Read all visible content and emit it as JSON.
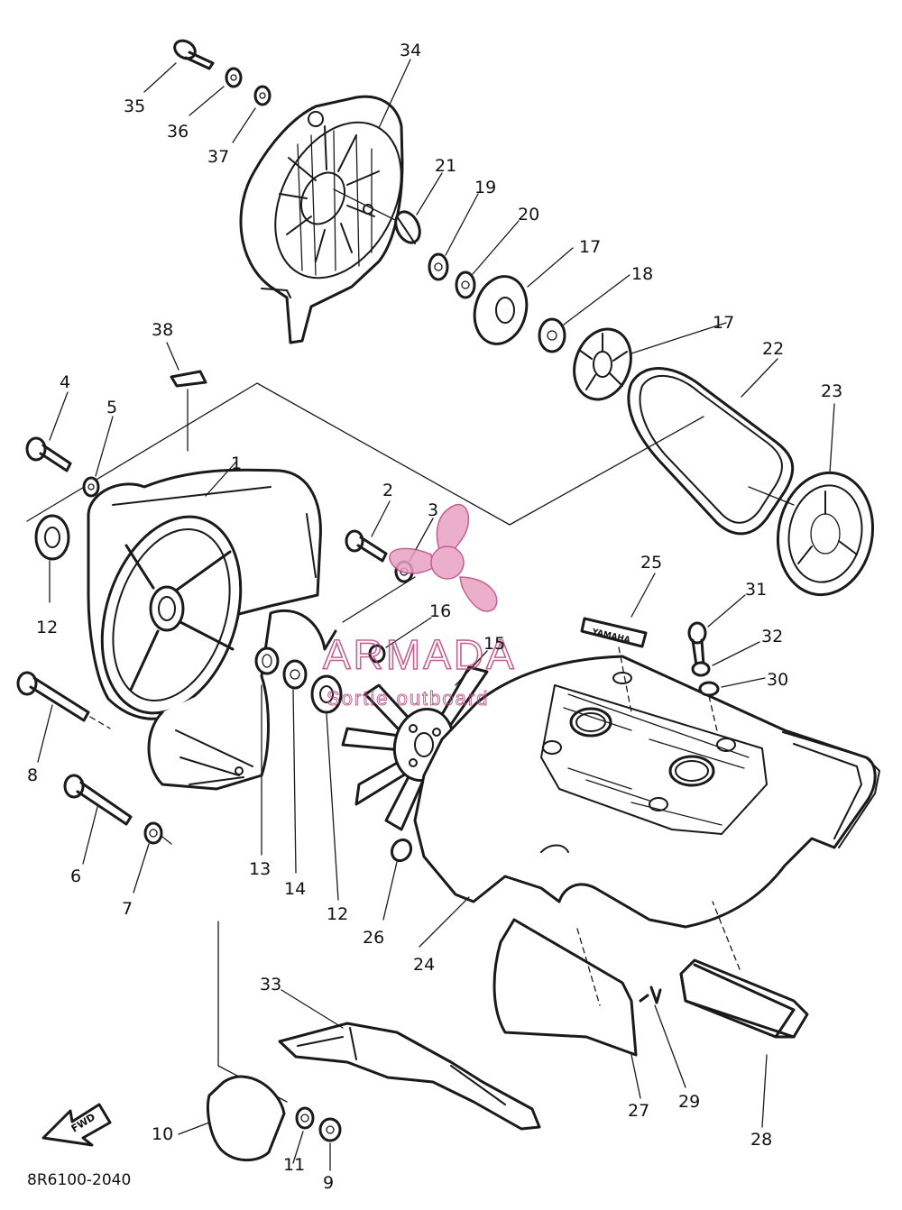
{
  "diagram": {
    "catalog_code": "8R6100-2040",
    "callouts": [
      "34",
      "35",
      "36",
      "37",
      "21",
      "19",
      "20",
      "17",
      "18",
      "17",
      "22",
      "23",
      "38",
      "4",
      "5",
      "1",
      "2",
      "3",
      "12",
      "16",
      "15",
      "25",
      "31",
      "32",
      "30",
      "8",
      "13",
      "14",
      "12",
      "6",
      "7",
      "26",
      "24",
      "33",
      "27",
      "29",
      "28",
      "10",
      "11",
      "9"
    ],
    "fwd_label": "FWD",
    "decal_text": "YAMAHA",
    "watermark": {
      "title": "ARMADA",
      "subtitle": "Sortie outboard",
      "accent_color": "#e8a0c3",
      "stroke_color": "#b9467f"
    }
  }
}
